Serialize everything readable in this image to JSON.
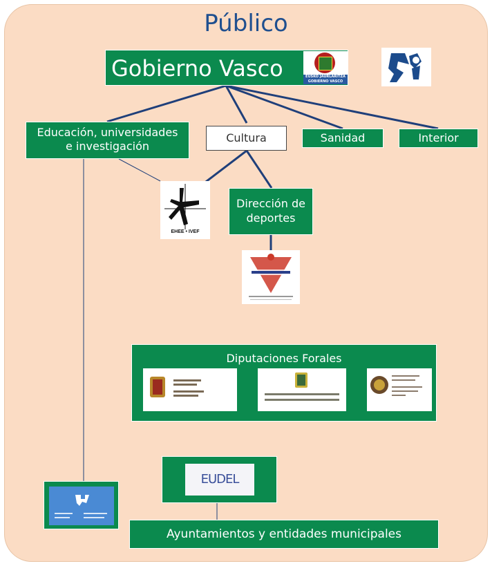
{
  "title": "Público",
  "gobierno": {
    "label": "Gobierno Vasco",
    "emblem_caption_1": "EUSKO JAURLARITZA",
    "emblem_caption_2": "GOBIERNO VASCO"
  },
  "departments": {
    "educacion": [
      "Educación, universidades",
      "e investigación"
    ],
    "cultura": "Cultura",
    "sanidad": "Sanidad",
    "interior": "Interior"
  },
  "direccion_deportes": [
    "Dirección de",
    "deportes"
  ],
  "ivef_logo_text": "EHEE • IVEF",
  "diputaciones": {
    "title": "Diputaciones Forales"
  },
  "eudel_logo_text": "EUDEL",
  "ayuntamientos": "Ayuntamientos y entidades municipales",
  "colors": {
    "panel_bg": "#fbdcc4",
    "green": "#0b8a4e",
    "line": "#1f3f7a",
    "title": "#1f4f8f"
  },
  "icons": [
    "basque-gov-emblem-icon",
    "basque-sport-logo-icon",
    "ivef-logo-icon",
    "kirol-logo-icon",
    "alava-logo-icon",
    "gipuzkoa-logo-icon",
    "bizkaia-logo-icon",
    "upv-ehu-logo-icon",
    "eudel-logo-icon"
  ]
}
